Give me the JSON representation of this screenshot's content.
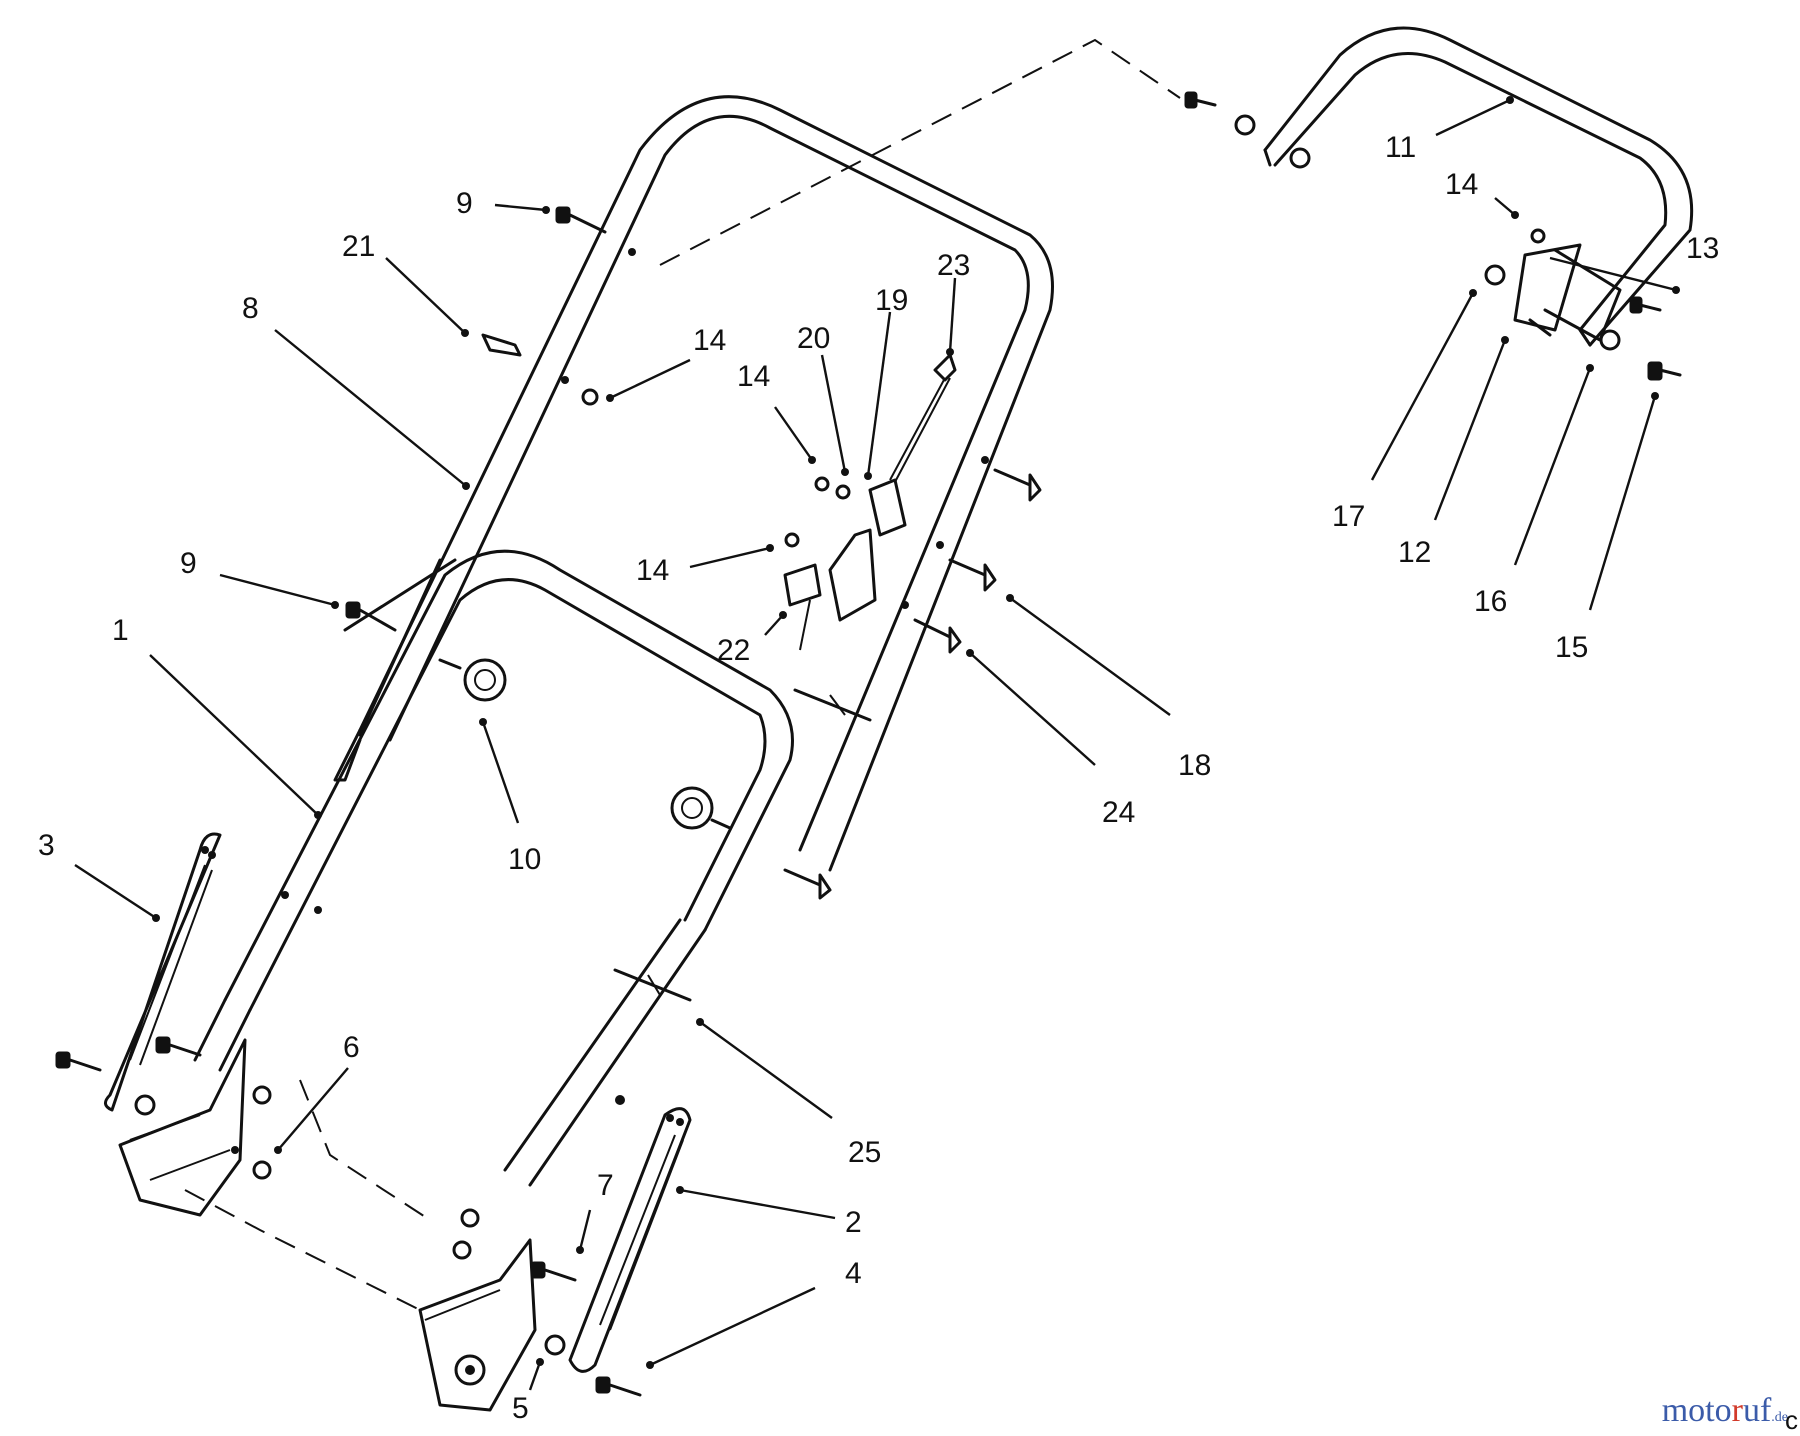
{
  "diagram": {
    "callouts": [
      {
        "id": "c1",
        "text": "1"
      },
      {
        "id": "c2",
        "text": "2"
      },
      {
        "id": "c3",
        "text": "3"
      },
      {
        "id": "c4",
        "text": "4"
      },
      {
        "id": "c5",
        "text": "5"
      },
      {
        "id": "c6",
        "text": "6"
      },
      {
        "id": "c7",
        "text": "7"
      },
      {
        "id": "c8",
        "text": "8"
      },
      {
        "id": "c9a",
        "text": "9"
      },
      {
        "id": "c9b",
        "text": "9"
      },
      {
        "id": "c10",
        "text": "10"
      },
      {
        "id": "c11",
        "text": "11"
      },
      {
        "id": "c12",
        "text": "12"
      },
      {
        "id": "c13",
        "text": "13"
      },
      {
        "id": "c14a",
        "text": "14"
      },
      {
        "id": "c14b",
        "text": "14"
      },
      {
        "id": "c14c",
        "text": "14"
      },
      {
        "id": "c14d",
        "text": "14"
      },
      {
        "id": "c15",
        "text": "15"
      },
      {
        "id": "c16",
        "text": "16"
      },
      {
        "id": "c17",
        "text": "17"
      },
      {
        "id": "c18",
        "text": "18"
      },
      {
        "id": "c19",
        "text": "19"
      },
      {
        "id": "c20",
        "text": "20"
      },
      {
        "id": "c21",
        "text": "21"
      },
      {
        "id": "c22",
        "text": "22"
      },
      {
        "id": "c23",
        "text": "23"
      },
      {
        "id": "c24",
        "text": "24"
      },
      {
        "id": "c25",
        "text": "25"
      }
    ]
  },
  "watermark": {
    "part1": "moto",
    "part2": "r",
    "part3": "uf",
    "suffix": ".de",
    "code": "c"
  },
  "colors": {
    "line": "#111111",
    "watermark_blue": "#3b5ba9",
    "watermark_red": "#d23a2a"
  }
}
